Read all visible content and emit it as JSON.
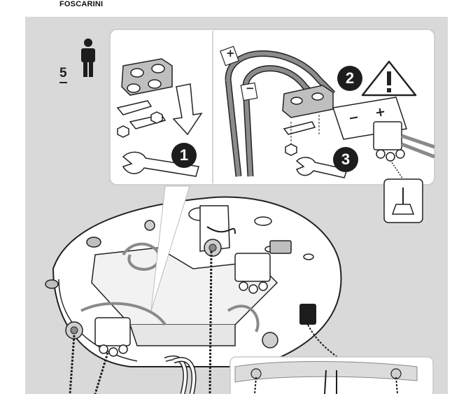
{
  "brand": "FOSCARINI",
  "step_number": "5",
  "callouts": {
    "one": "1",
    "two": "2",
    "three": "3"
  },
  "polarity": {
    "plus": "+",
    "minus": "−"
  },
  "icons": [
    "person-icon",
    "warning-icon",
    "wrench-icon",
    "arrow-down-icon",
    "screwdriver-icon"
  ],
  "colors": {
    "background": "#d9d9d9",
    "panel": "#ffffff",
    "badge": "#1d1d1d",
    "cable": "#6e6e6e"
  }
}
